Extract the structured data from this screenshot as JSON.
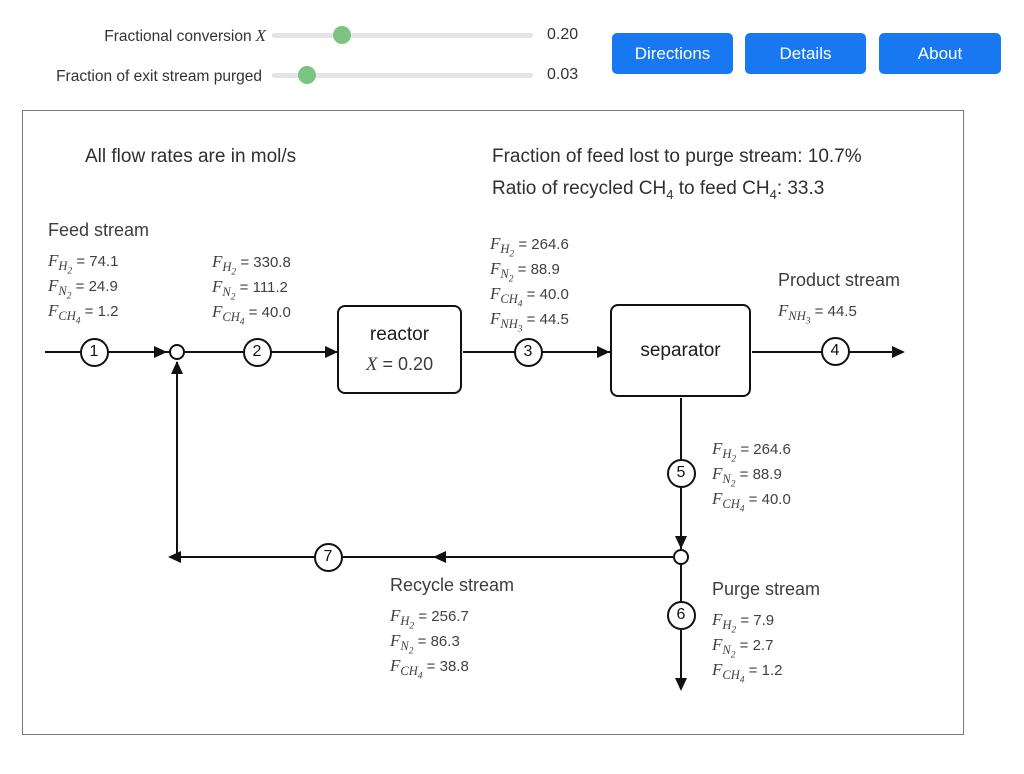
{
  "header": {
    "sliders": [
      {
        "label": "Fractional conversion",
        "math_symbol": "X",
        "value": "0.20",
        "thumb_pct": 26.8
      },
      {
        "label": "Fraction of exit stream purged",
        "math_symbol": "",
        "value": "0.03",
        "thumb_pct": 13.4
      }
    ],
    "buttons": [
      {
        "label": "Directions"
      },
      {
        "label": "Details"
      },
      {
        "label": "About"
      }
    ]
  },
  "colors": {
    "button_blue": "#1778f2",
    "thumb_green": "#7cc481",
    "track_gray": "#e4e4e4",
    "line_black": "#111111"
  },
  "diagram": {
    "units_note": "All flow rates are in mol/s",
    "stats": [
      "Fraction of feed lost to purge stream: 10.7%",
      "Ratio of recycled CH_4 to feed CH_4: 33.3"
    ],
    "nodes": [
      "1",
      "2",
      "3",
      "4",
      "5",
      "6",
      "7"
    ],
    "reactor": {
      "label": "reactor",
      "math_symbol": "X",
      "equation": " = 0.20"
    },
    "separator": {
      "label": "separator"
    },
    "streams": {
      "feed": {
        "title": "Feed stream",
        "flows": [
          {
            "species": "H_2",
            "value": "74.1"
          },
          {
            "species": "N_2",
            "value": "24.9"
          },
          {
            "species": "CH_4",
            "value": "1.2"
          }
        ]
      },
      "mixed": {
        "flows": [
          {
            "species": "H_2",
            "value": "330.8"
          },
          {
            "species": "N_2",
            "value": "111.2"
          },
          {
            "species": "CH_4",
            "value": "40.0"
          }
        ]
      },
      "reactor_out": {
        "flows": [
          {
            "species": "H_2",
            "value": "264.6"
          },
          {
            "species": "N_2",
            "value": "88.9"
          },
          {
            "species": "CH_4",
            "value": "40.0"
          },
          {
            "species": "NH_3",
            "value": "44.5"
          }
        ]
      },
      "product": {
        "title": "Product stream",
        "flows": [
          {
            "species": "NH_3",
            "value": "44.5"
          }
        ]
      },
      "separator_bottoms": {
        "flows": [
          {
            "species": "H_2",
            "value": "264.6"
          },
          {
            "species": "N_2",
            "value": "88.9"
          },
          {
            "species": "CH_4",
            "value": "40.0"
          }
        ]
      },
      "purge": {
        "title": "Purge stream",
        "flows": [
          {
            "species": "H_2",
            "value": "7.9"
          },
          {
            "species": "N_2",
            "value": "2.7"
          },
          {
            "species": "CH_4",
            "value": "1.2"
          }
        ]
      },
      "recycle": {
        "title": "Recycle stream",
        "flows": [
          {
            "species": "H_2",
            "value": "256.7"
          },
          {
            "species": "N_2",
            "value": "86.3"
          },
          {
            "species": "CH_4",
            "value": "38.8"
          }
        ]
      }
    }
  }
}
